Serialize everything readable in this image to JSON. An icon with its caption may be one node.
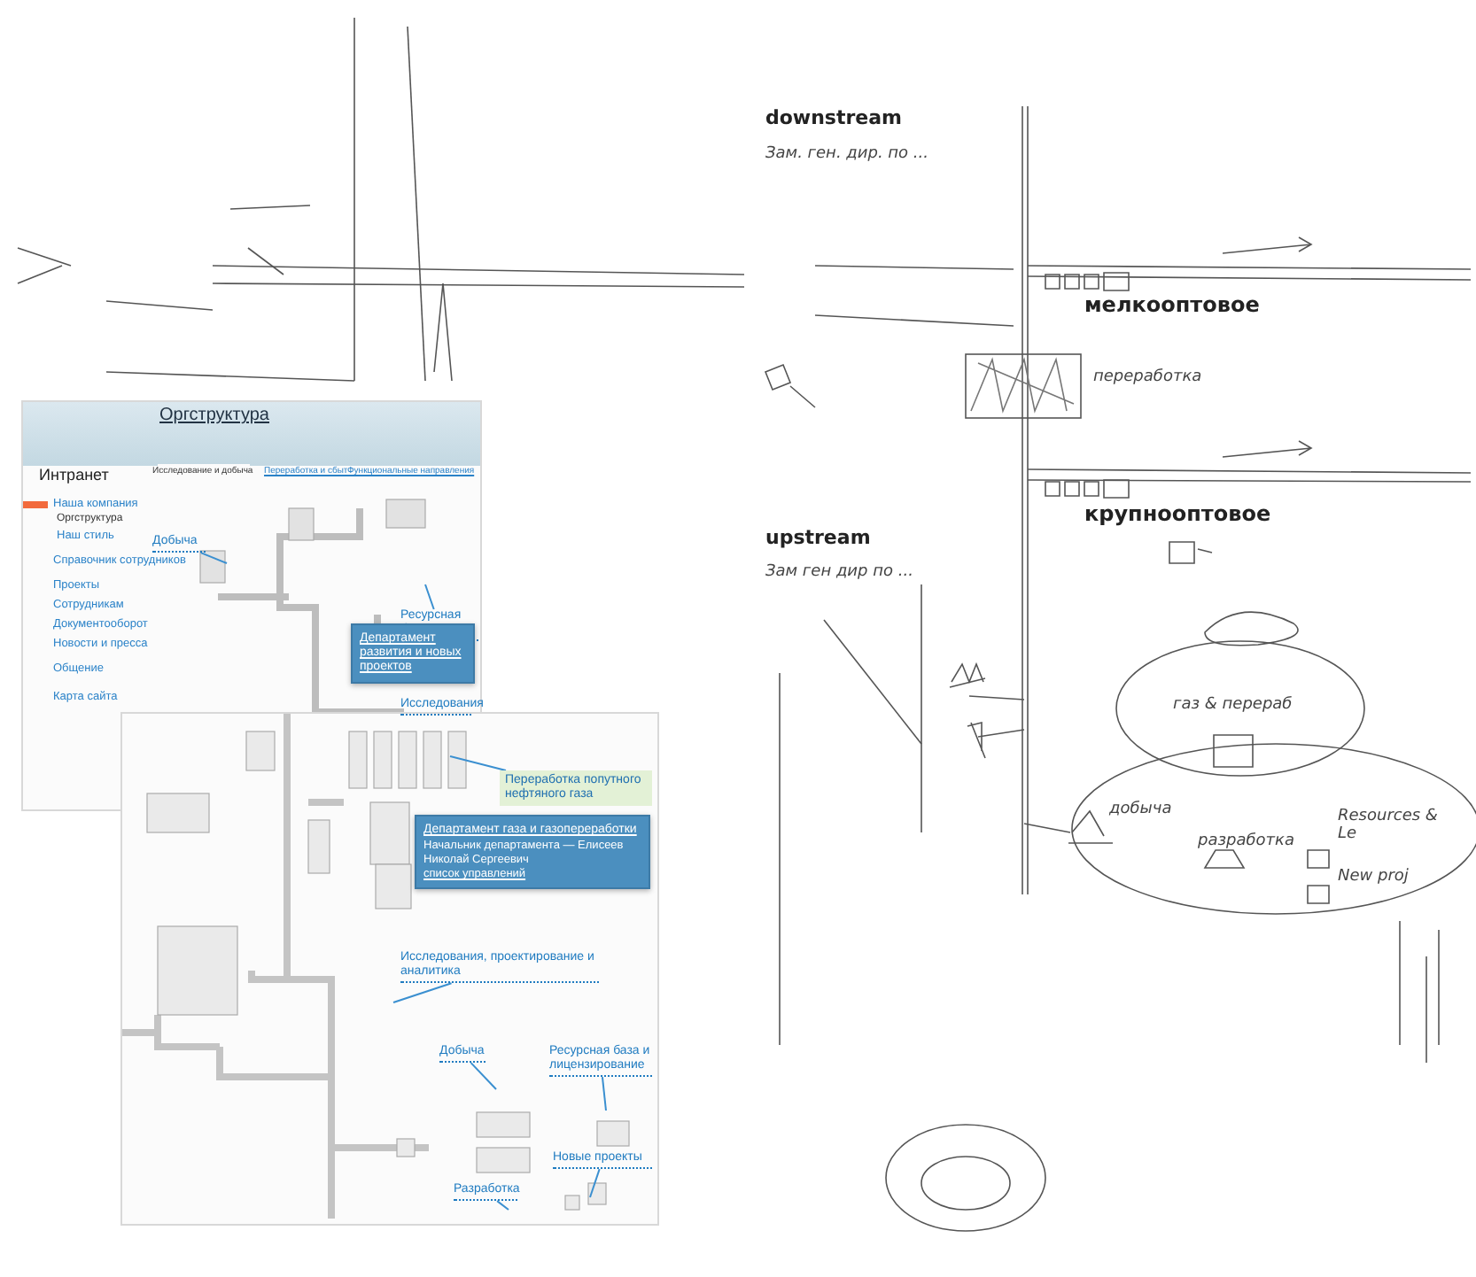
{
  "diagram": {
    "nodes": [
      {
        "text": [
          "Добыча"
        ]
      },
      {
        "text": [
          "Ресурсная база"
        ]
      },
      {
        "text": [
          "Департамент развития и новых проектов"
        ]
      },
      {
        "text": [
          "Исследования"
        ]
      },
      {
        "text": [
          "Переработка попутного нефтяного газа"
        ]
      },
      {
        "text": [
          "Департамент газа и газопереработки",
          "Начальник департамента — Елисеев Николай Сергеевич",
          "список управлений"
        ]
      },
      {
        "text": [
          "Исследования, проектирование и аналитика"
        ]
      },
      {
        "text": [
          "Добыча"
        ]
      },
      {
        "text": [
          "Ресурсная база и лицензирование"
        ]
      },
      {
        "text": [
          "Разработка"
        ]
      },
      {
        "text": [
          "Новые проекты"
        ]
      }
    ],
    "edges": [
      {
        "from": 0,
        "to": null,
        "arrow": "none"
      },
      {
        "from": 1,
        "to": null,
        "arrow": "none"
      },
      {
        "from": 4,
        "to": null,
        "arrow": "none"
      },
      {
        "from": 6,
        "to": null,
        "arrow": "none"
      },
      {
        "from": 7,
        "to": null,
        "arrow": "none"
      },
      {
        "from": 8,
        "to": null,
        "arrow": "none"
      },
      {
        "from": 9,
        "to": null,
        "arrow": "none"
      },
      {
        "from": 10,
        "to": null,
        "arrow": "none"
      }
    ],
    "labels": [
      "Оргструктура",
      "Интранет",
      "Исследование и добыча",
      "Переработка и сбыт",
      "Функциональные направления",
      "Наша компания",
      "Оргструктура",
      "Наш стиль",
      "Справочник сотрудников",
      "Проекты",
      "Сотрудникам",
      "Документооборот",
      "Новости и пресса",
      "Общение",
      "Карта сайта",
      "downstream",
      "Зам. ген. дир. по ...",
      "мелкооптовое",
      "переработка",
      "крупнооптовое",
      "upstream",
      "Зам ген дир по ...",
      "газ & перераб",
      "добыча",
      "разработка",
      "Resources & Le",
      "New proj"
    ]
  }
}
